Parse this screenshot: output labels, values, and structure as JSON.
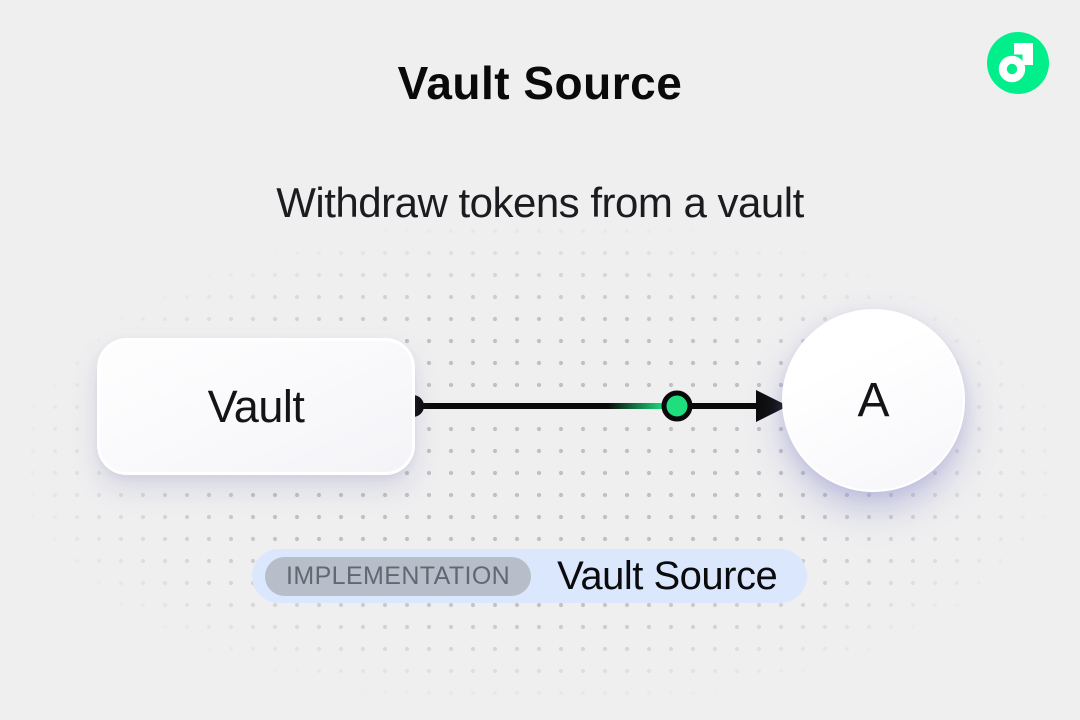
{
  "header": {
    "title": "Vault Source",
    "subtitle": "Withdraw tokens from a vault"
  },
  "logo": {
    "name": "Flow",
    "background_color": "#00EF8B",
    "glyph_color": "#FFFFFF"
  },
  "diagram": {
    "vault_node": {
      "label": "Vault"
    },
    "account_node": {
      "label": "A"
    },
    "edge": {
      "token_color": "#1EDE7D",
      "line_color": "#0A0A0A"
    }
  },
  "badge": {
    "tag": "IMPLEMENTATION",
    "label": "Vault Source"
  },
  "colors": {
    "background": "#EFEFF0",
    "dot_grid": "#BFBFC5",
    "badge_background": "#DBE7FC",
    "tag_background": "#B7BEC9",
    "tag_text": "#62686F",
    "node_shadow": "#8080C8"
  }
}
